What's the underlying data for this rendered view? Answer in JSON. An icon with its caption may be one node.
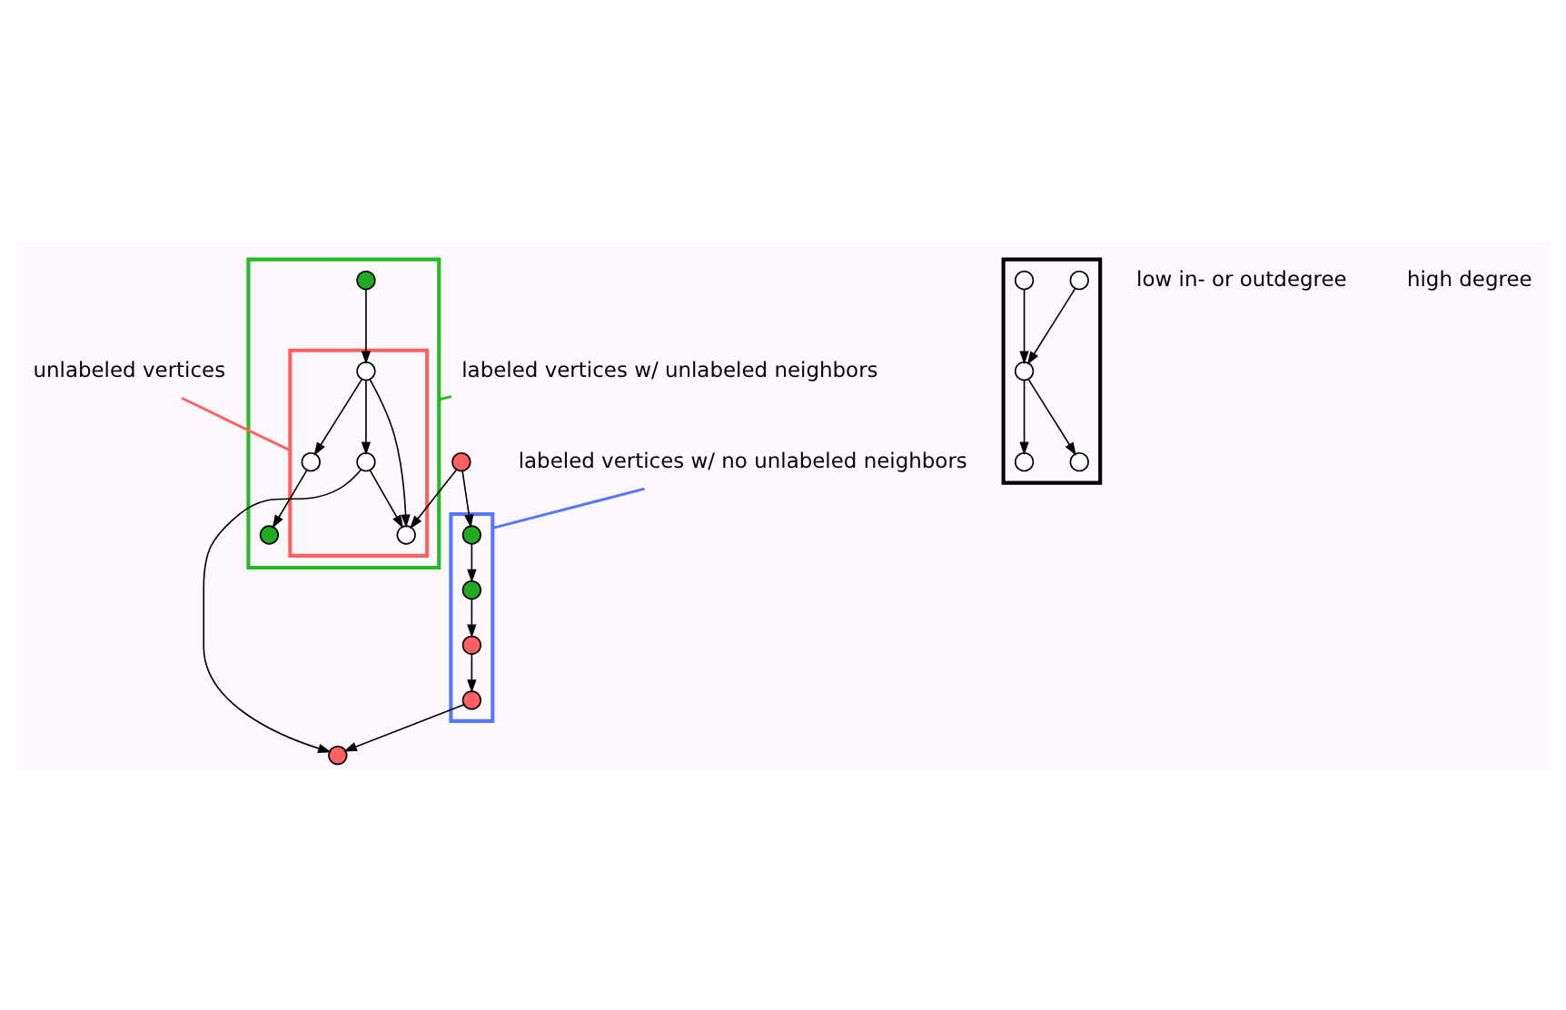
{
  "diagram": {
    "nodes": [
      {
        "text": [
          "unlabeled vertices"
        ]
      },
      {
        "text": [
          "labeled vertices w/ no unlabeled neighbors"
        ]
      },
      {
        "text": [
          "labeled vertices w/ unlabeled neighbors"
        ]
      },
      {
        "text": [],
        "shape": "box"
      },
      {
        "text": [],
        "shape": "box"
      },
      {
        "text": [],
        "shape": "box",
        "in": 4
      },
      {
        "text": [],
        "shape": "circle",
        "in": 4
      },
      {
        "text": [],
        "shape": "circle"
      },
      {
        "text": [],
        "shape": "circle",
        "in": 3
      },
      {
        "text": [],
        "shape": "circle",
        "in": 3
      },
      {
        "text": [],
        "shape": "circle",
        "in": 5
      },
      {
        "text": [],
        "shape": "circle",
        "in": 5
      },
      {
        "text": [],
        "shape": "circle",
        "in": 5
      },
      {
        "text": [],
        "shape": "circle",
        "in": 5
      },
      {
        "text": [],
        "shape": "circle",
        "in": 3
      },
      {
        "text": [],
        "shape": "circle",
        "in": 4
      },
      {
        "text": [],
        "shape": "circle"
      },
      {
        "text": [],
        "shape": "circle",
        "in": 3
      },
      {
        "text": [],
        "shape": "box"
      },
      {
        "text": [],
        "shape": "circle",
        "in": 18
      },
      {
        "text": [],
        "shape": "circle",
        "in": 18
      },
      {
        "text": [],
        "shape": "circle",
        "in": 18
      },
      {
        "text": [],
        "shape": "circle",
        "in": 18
      },
      {
        "text": [],
        "shape": "circle",
        "in": 18
      }
    ],
    "edges": [
      {
        "from": 0,
        "to": 5,
        "arrow": "none",
        "color": "#ff6060"
      },
      {
        "from": 1,
        "to": 3,
        "arrow": "none",
        "color": "#5577ff"
      },
      {
        "from": 2,
        "to": 4,
        "arrow": "none",
        "color": "#22bb22"
      },
      {
        "from": 10,
        "to": 6,
        "arrow": "to"
      },
      {
        "from": 7,
        "to": 11,
        "arrow": "to"
      },
      {
        "from": 7,
        "to": 8,
        "arrow": "to"
      },
      {
        "from": 8,
        "to": 9,
        "arrow": "to"
      },
      {
        "from": 9,
        "to": 14,
        "arrow": "to"
      },
      {
        "from": 14,
        "to": 17,
        "arrow": "to"
      },
      {
        "from": 17,
        "to": 16,
        "arrow": "to"
      },
      {
        "from": 12,
        "to": 10,
        "arrow": "to"
      },
      {
        "from": 12,
        "to": 11,
        "arrow": "to"
      },
      {
        "from": 12,
        "to": 13,
        "arrow": "to"
      },
      {
        "from": 13,
        "to": 11,
        "arrow": "to"
      },
      {
        "from": 13,
        "to": 16,
        "arrow": "to"
      },
      {
        "from": 15,
        "to": 12,
        "arrow": "to"
      },
      {
        "from": 19,
        "to": 21,
        "arrow": "to"
      },
      {
        "from": 20,
        "to": 21,
        "arrow": "to"
      },
      {
        "from": 21,
        "to": 22,
        "arrow": "to"
      },
      {
        "from": 21,
        "to": 23,
        "arrow": "to"
      }
    ],
    "labels": [
      "low in- or outdegree",
      "high degree"
    ]
  }
}
